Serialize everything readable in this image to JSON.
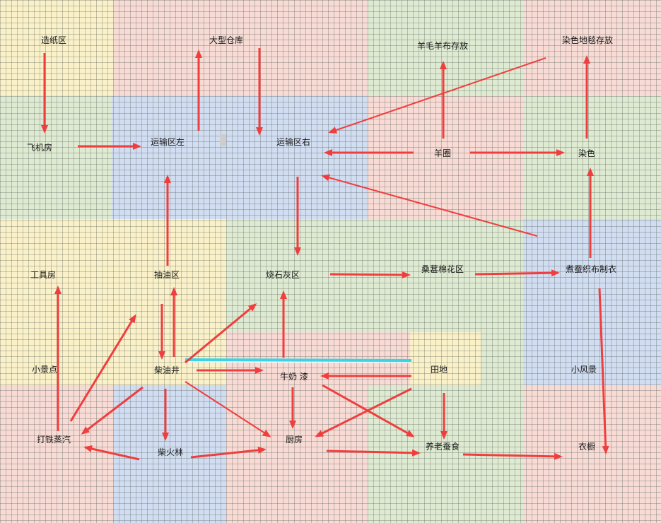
{
  "nodes": {
    "paper_making": "造纸区",
    "large_warehouse": "大型仓库",
    "wool_cloth_storage": "羊毛羊布存放",
    "dyed_carpet_storage": "染色地毯存放",
    "aircraft_hangar": "飞机房",
    "transport_left": "运输区左",
    "transport_right": "运输区右",
    "sheep_pen": "羊圈",
    "dyeing": "染色",
    "tool_room": "工具房",
    "oil_extraction": "抽油区",
    "lime_kiln": "烧石灰区",
    "mulberry_cotton": "桑葚棉花区",
    "silk_weaving_tailoring": "煮蚕织布制衣",
    "small_scenic_spot": "小景点",
    "diesel_well": "柴油井",
    "milk_lacquer": "牛奶 漆",
    "farmland": "田地",
    "small_scenery": "小风景",
    "blacksmith_steam": "打铁蒸汽",
    "firewood_forest": "柴火林",
    "kitchen": "厨房",
    "silkworm_feeding": "养老蚕食",
    "wardrobe": "衣橱"
  },
  "colors": {
    "arrow": "#f03e3e",
    "connector": "#3cd3e4",
    "zone_yellow": "#fbf1c9",
    "zone_pink": "#f7dbd4",
    "zone_green": "#deead1",
    "zone_blue": "#d1ddf1",
    "text": "#1a1a1a"
  }
}
